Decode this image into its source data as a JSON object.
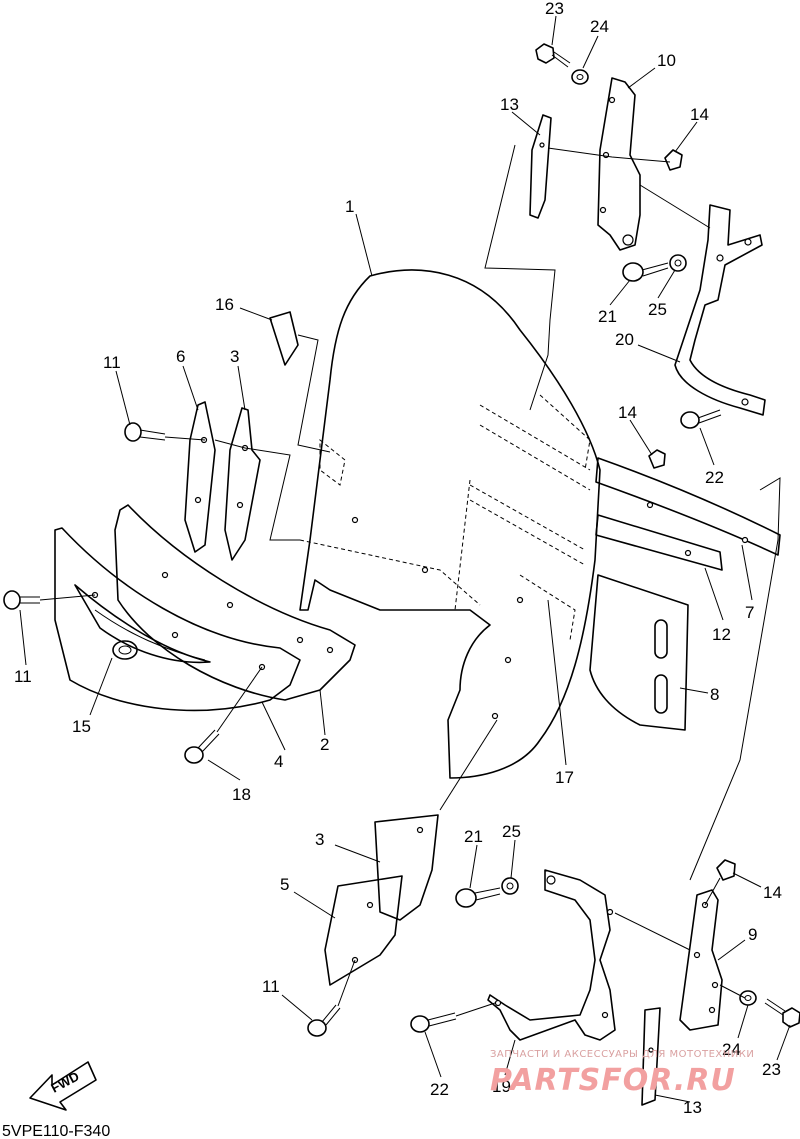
{
  "diagram": {
    "part_code": "5VPE110-F340",
    "direction_marker": "FWD",
    "watermark_line1": "ЗАПЧАСТИ И АКСЕССУАРЫ ДЛЯ МОТОТЕХНИКИ",
    "watermark_line2": "PARTSFOR.RU",
    "callouts": [
      "23",
      "24",
      "10",
      "13",
      "14",
      "1",
      "21",
      "25",
      "16",
      "20",
      "6",
      "3",
      "11",
      "14",
      "22",
      "7",
      "12",
      "8",
      "11",
      "15",
      "4",
      "2",
      "18",
      "17",
      "3",
      "21",
      "25",
      "5",
      "14",
      "9",
      "11",
      "24",
      "23",
      "22",
      "19",
      "13"
    ]
  }
}
